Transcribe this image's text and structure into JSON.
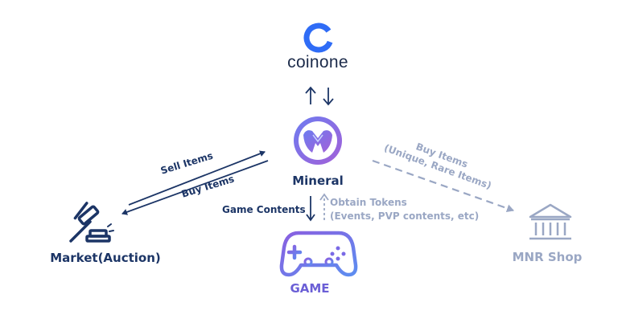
{
  "nodes": {
    "coinone": "coinone",
    "mineral": "Mineral",
    "game": "GAME",
    "market": "Market(Auction)",
    "shop": "MNR Shop"
  },
  "edges": {
    "sell_items": "Sell Items",
    "buy_items": "Buy Items",
    "game_contents": "Game Contents",
    "obtain_tokens_line1": "Obtain Tokens",
    "obtain_tokens_line2": "(Events, PVP contents, etc)",
    "shop_buy_line1": "Buy Items",
    "shop_buy_line2": "(Unique, Rare Items)"
  },
  "colors": {
    "navy": "#1c3566",
    "coinone_blue": "#2f6cf6",
    "mineral_purple": "#6b5fd6",
    "faded": "#9aa7c4"
  },
  "icons": [
    "coinone-logo-icon",
    "mineral-logo-icon",
    "gamepad-icon",
    "gavel-icon",
    "bank-icon"
  ]
}
